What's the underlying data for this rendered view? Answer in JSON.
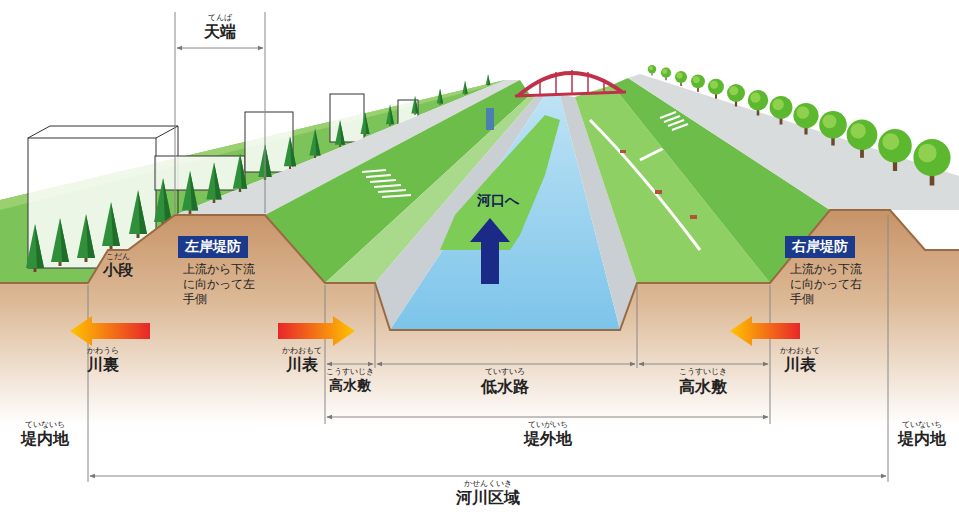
{
  "diagram": {
    "nodes": [
      {
        "text": [
          "左岸堤防",
          "上流から下流に向かって左手側"
        ]
      },
      {
        "text": [
          "右岸堤防",
          "上流から下流に向かって右手側"
        ]
      }
    ],
    "labels": [
      "てんば",
      "天端",
      "こだん",
      "小段",
      "河口へ",
      "かわうら",
      "川裏",
      "かわおもて",
      "川表",
      "かわおもて",
      "川表",
      "こうすいじき",
      "高水敷",
      "ていすいろ",
      "低水路",
      "こうすいじき",
      "高水敷",
      "ていないち",
      "堤内地",
      "ていがいち",
      "堤外地",
      "ていないち",
      "堤内地",
      "かせんくいき",
      "河川区域"
    ]
  }
}
